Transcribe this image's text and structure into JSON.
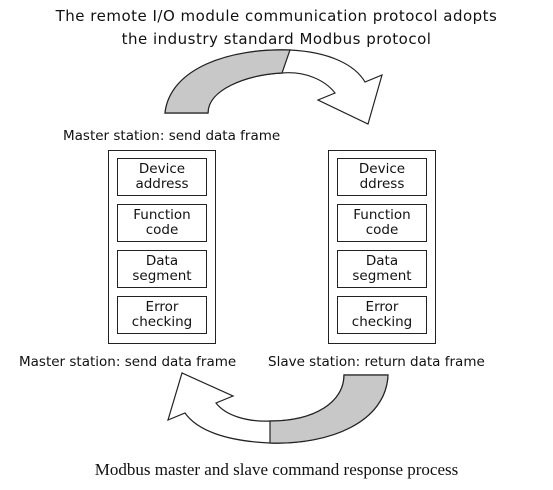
{
  "header": {
    "line1": "The remote I/O module communication protocol adopts",
    "line2": "the industry standard Modbus protocol"
  },
  "labels": {
    "top_master": "Master station: send data frame",
    "bottom_master": "Master station: send data frame",
    "bottom_slave": "Slave station: return data frame"
  },
  "master_box": {
    "fields": [
      {
        "line1": "Device",
        "line2": "address"
      },
      {
        "line1": "Function",
        "line2": "code"
      },
      {
        "line1": "Data",
        "line2": "segment"
      },
      {
        "line1": "Error",
        "line2": "checking"
      }
    ]
  },
  "slave_box": {
    "fields": [
      {
        "line1": "Device",
        "line2": "ddress"
      },
      {
        "line1": "Function",
        "line2": "code"
      },
      {
        "line1": "Data",
        "line2": "segment"
      },
      {
        "line1": "Error",
        "line2": "checking"
      }
    ]
  },
  "caption": "Modbus master and slave command response process",
  "colors": {
    "arrow_fill": "#c8c8c8",
    "arrow_stroke": "#222222"
  }
}
